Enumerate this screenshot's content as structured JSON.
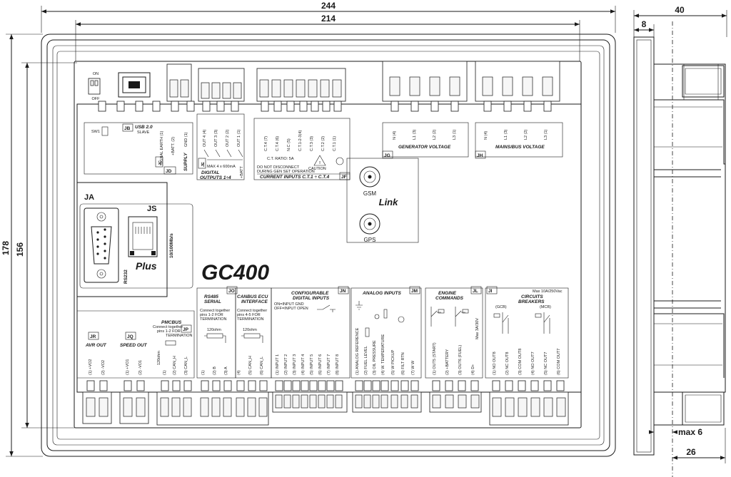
{
  "dimensions": {
    "width_outer": "244",
    "width_inner": "214",
    "height_outer": "178",
    "height_inner": "156",
    "depth_total": "40",
    "depth_front": "8",
    "depth_panel": "26",
    "max_panel": "max 6"
  },
  "product": {
    "model": "GC400",
    "plus": "Plus",
    "link": "Link"
  },
  "top_left": {
    "on": "ON",
    "off": "OFF",
    "sw1": "SW1",
    "jb": "JB",
    "usb": "USB 2.0",
    "slave": "SLAVE",
    "signal_earth": "SIGNAL EARTH (1)",
    "batt_plus": "+BATT. (2)",
    "gnd": "GND (1)",
    "supply": "SUPPLY",
    "jc": "JC",
    "jd": "JD"
  },
  "digital_outputs": {
    "outs": [
      "OUT 4 (4)",
      "OUT 3 (3)",
      "OUT 2 (2)",
      "OUT 1 (1)"
    ],
    "max": "MAX 4 x 600mA",
    "batt": "+BATT",
    "je": "JE",
    "label_line1": "DIGITAL",
    "label_line2": "OUTPUTS 1÷4"
  },
  "current_inputs": {
    "terms": [
      "C.T.4 (7)",
      "C.T.4 (6)",
      "N.C (5)",
      "C.T.1-2-3(4)",
      "C.T.3 (3)",
      "C.T.2 (2)",
      "C.T.1 (1)"
    ],
    "ratio": "C.T. RATIO: 5A",
    "warn1": "DO NOT DISCONNECT",
    "warn2": "DURING GEN SET OPERATION",
    "caution": "CAUTION",
    "title": "CURRENT INPUTS C.T.1 ÷ C.T.4",
    "jf": "JF"
  },
  "generator": {
    "terms": [
      "N (4)",
      "L1 (3)",
      "L2 (2)",
      "L3 (1)"
    ],
    "title": "GENERATOR VOLTAGE",
    "jg": "JG"
  },
  "mains": {
    "terms": [
      "N (4)",
      "L1 (3)",
      "L2 (2)",
      "L3 (1)"
    ],
    "title": "MAINS/BUS VOLTAGE",
    "jh": "JH"
  },
  "antennas": {
    "gsm": "GSM",
    "gps": "GPS"
  },
  "ports": {
    "ja": "JA",
    "js": "JS",
    "ethernet": "10/100Mb/s",
    "rs232": "RS232"
  },
  "rs485": {
    "jo": "JO",
    "title1": "RS485",
    "title2": "SERIAL",
    "note1": "Connect together",
    "note2": "pins 1-2 FOR",
    "note3": "TERMINATION",
    "ohm": "120ohm",
    "terms": [
      "(1)",
      "(2) B",
      "(3) A"
    ]
  },
  "canbus": {
    "title1": "CANBUS ECU",
    "title2": "INTERFACE",
    "note1": "Connect together",
    "note2": "pins 4-5 FOR",
    "note3": "TERMINATION",
    "ohm": "120ohm",
    "terms": [
      "(4)",
      "(5) CAN_H",
      "(6) CAN_L"
    ]
  },
  "pmcbus": {
    "title": "PMCBUS",
    "note1": "Connect together",
    "note2": "pins 1-2 FOR",
    "note3": "TERMINATION",
    "jp": "JP",
    "ohm": "120ohm",
    "terms": [
      "(1)",
      "(2) CAN_H",
      "(3) CAN_L"
    ]
  },
  "avr": {
    "jr": "JR",
    "title": "AVR OUT",
    "terms": [
      "(1) +VO2",
      "(2) -VO2"
    ]
  },
  "speed": {
    "jq": "JQ",
    "title": "SPEED OUT",
    "terms": [
      "(1) +VO1",
      "(2) -VO1"
    ]
  },
  "digital_inputs": {
    "jn": "JN",
    "title1": "CONFIGURABLE",
    "title2": "DIGITAL INPUTS",
    "note1": "ON=INPUT GND",
    "note2": "OFF=INPUT OPEN",
    "terms": [
      "(1) INPUT 1",
      "(2) INPUT 2",
      "(3) INPUT 3",
      "(4) INPUT 4",
      "(5) INPUT 5",
      "(6) INPUT 6",
      "(7) INPUT 7",
      "(8) INPUT 8"
    ]
  },
  "analog_inputs": {
    "jm": "JM",
    "title": "ANALOG INPUTS",
    "terms": [
      "(1) ANALOG REFERENCE",
      "(2) FUEL LEVEL",
      "(3) OIL PRESSURE",
      "(4) W. TEMPERATURE",
      "(5) W PICKUP",
      "(6) FILT RTN",
      "(7) W W"
    ]
  },
  "engine": {
    "jl": "JL",
    "title1": "ENGINE",
    "title2": "COMMANDS",
    "max": "Max 3A/30V",
    "terms": [
      "(1) OUT5 (START)",
      "(2) +BATTERY",
      "(3) OUT6 (FUEL)",
      "(4) D+"
    ]
  },
  "breakers": {
    "ji": "JI",
    "max": "Max 10A/250Vac",
    "title1": "CIRCUITS",
    "title2": "BREAKERS",
    "gcb": "(GCB)",
    "mcb": "(MCB)",
    "terms": [
      "(1) NO OUT8",
      "(2) NC OUT8",
      "(3) COM OUT8",
      "(4) NO OUT7",
      "(5) NC OUT7",
      "(6) COM OUT7"
    ]
  }
}
